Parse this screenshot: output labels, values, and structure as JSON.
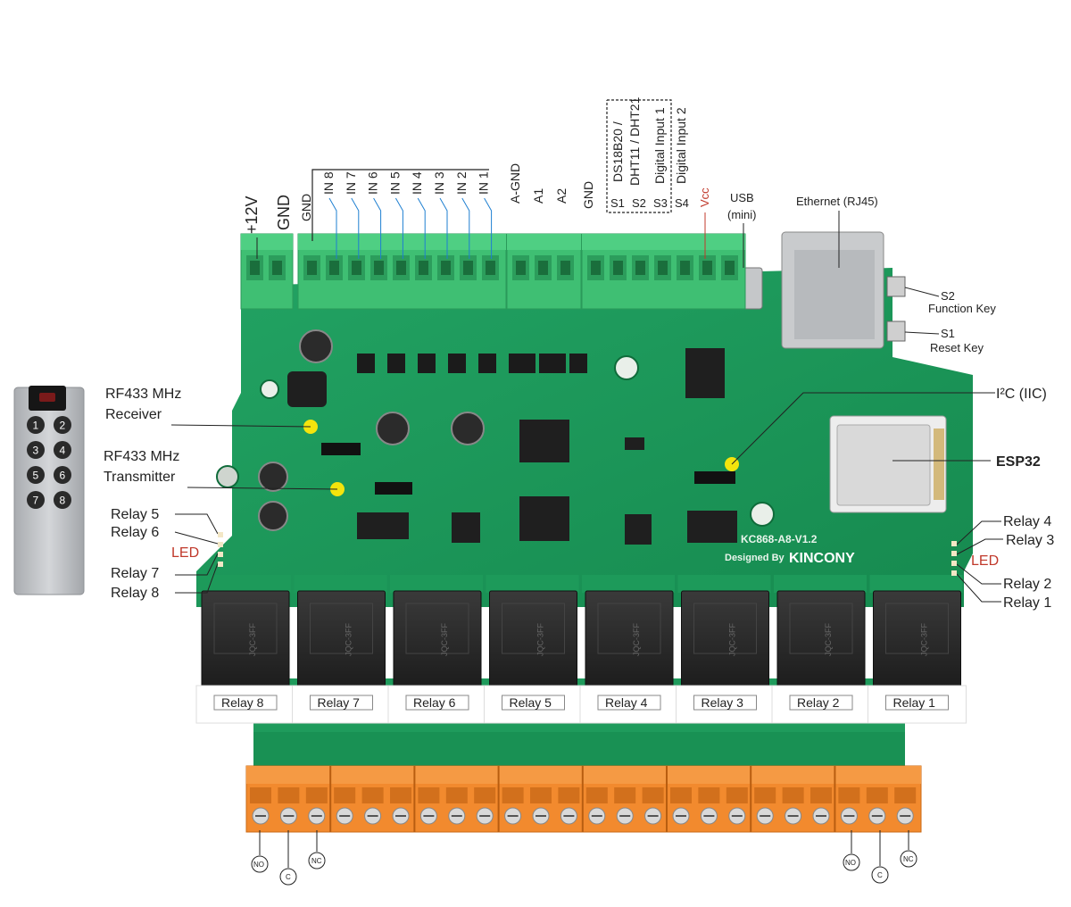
{
  "colors": {
    "pcb": "#1d9a5a",
    "pcb_dark": "#14804a",
    "terminal_green": "#3fbf73",
    "terminal_orange": "#f28a2e",
    "relay_body": "#2a2a2a",
    "highlight": "#f4e40d",
    "accent_red": "#c0392b",
    "remote_body": "#b9bcc0"
  },
  "top_labels": {
    "v12": "+12V",
    "gnd_power": "GND",
    "gnd_inputs": "GND",
    "inputs": [
      "IN 8",
      "IN 7",
      "IN 6",
      "IN 5",
      "IN 4",
      "IN 3",
      "IN 2",
      "IN 1"
    ],
    "agnd": "A-GND",
    "a1": "A1",
    "a2": "A2",
    "gnd_sensor": "GND",
    "s1": "S1",
    "s2": "S2",
    "s3": "S3",
    "s4": "S4",
    "vcc": "Vcc",
    "sensor_line1": "DS18B20 /",
    "sensor_line2": "DHT11 / DHT21",
    "digital_input_1": "Digital Input 1",
    "digital_input_2": "Digital Input 2",
    "usb_line1": "USB",
    "usb_line2": "(mini)",
    "ethernet": "Ethernet (RJ45)"
  },
  "right_labels": {
    "s2": "S2",
    "function_key": "Function Key",
    "s1": "S1",
    "reset_key": "Reset Key",
    "i2c": "I²C (IIC)",
    "esp32": "ESP32",
    "relay4": "Relay 4",
    "relay3": "Relay 3",
    "led": "LED",
    "relay2": "Relay 2",
    "relay1": "Relay 1"
  },
  "left_labels": {
    "rf_receiver_line1": "RF433 MHz",
    "rf_receiver_line2": "Receiver",
    "rf_transmitter_line1": "RF433 MHz",
    "rf_transmitter_line2": "Transmitter",
    "relay5": "Relay 5",
    "relay6": "Relay 6",
    "led": "LED",
    "relay7": "Relay 7",
    "relay8": "Relay 8"
  },
  "remote_buttons": [
    "1",
    "2",
    "3",
    "4",
    "5",
    "6",
    "7",
    "8"
  ],
  "board_text": {
    "model": "KC868-A8-V1.2",
    "designed_by": "Designed By",
    "brand": "KINCONY"
  },
  "relay_tags": [
    "Relay 8",
    "Relay 7",
    "Relay 6",
    "Relay 5",
    "Relay 4",
    "Relay 3",
    "Relay 2",
    "Relay 1"
  ],
  "relay_body_text": "JQC-3FF",
  "terminal_markers": {
    "no": "NO",
    "c": "C",
    "nc": "NC"
  }
}
